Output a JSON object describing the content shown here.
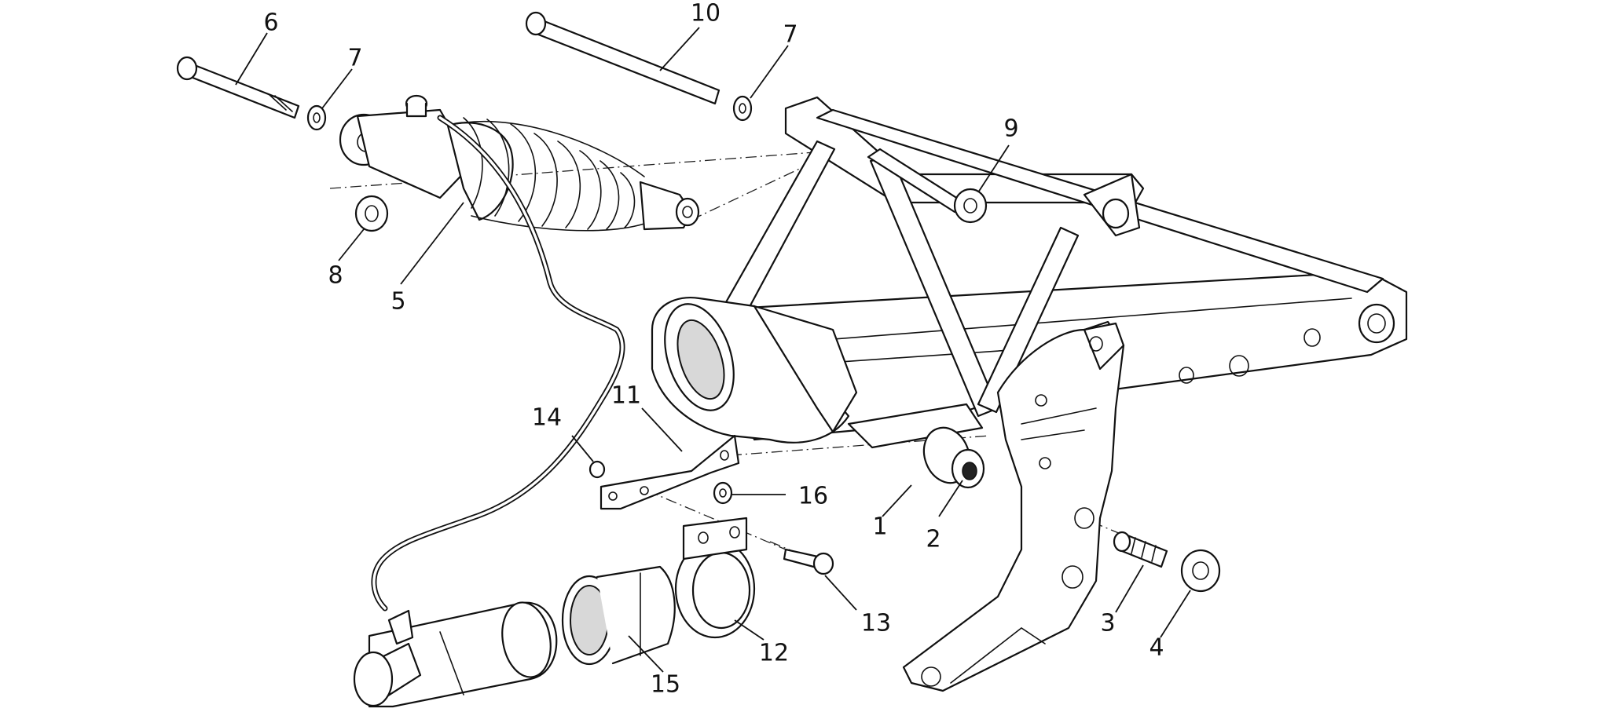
{
  "diagram": {
    "callouts": [
      {
        "id": "c1",
        "label": "1"
      },
      {
        "id": "c2",
        "label": "2"
      },
      {
        "id": "c3",
        "label": "3"
      },
      {
        "id": "c4",
        "label": "4"
      },
      {
        "id": "c5",
        "label": "5"
      },
      {
        "id": "c6",
        "label": "6"
      },
      {
        "id": "c7a",
        "label": "7"
      },
      {
        "id": "c7b",
        "label": "7"
      },
      {
        "id": "c8",
        "label": "8"
      },
      {
        "id": "c9",
        "label": "9"
      },
      {
        "id": "c10",
        "label": "10"
      },
      {
        "id": "c11",
        "label": "11"
      },
      {
        "id": "c12",
        "label": "12"
      },
      {
        "id": "c13",
        "label": "13"
      },
      {
        "id": "c14",
        "label": "14"
      },
      {
        "id": "c15",
        "label": "15"
      },
      {
        "id": "c16",
        "label": "16"
      }
    ]
  }
}
